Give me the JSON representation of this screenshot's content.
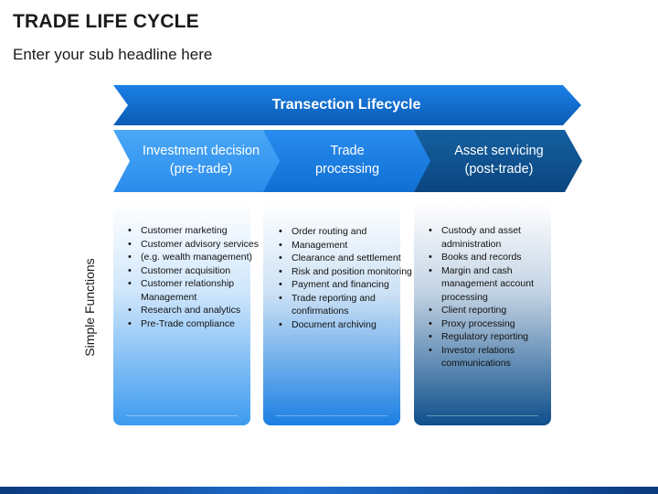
{
  "title": "TRADE LIFE CYCLE",
  "subtitle": "Enter your sub headline here",
  "banner": {
    "label": "Transection Lifecycle",
    "color": "#0c66c9"
  },
  "side_label": "Simple Functions",
  "stages": [
    {
      "line1": "Investment decision",
      "line2": "(pre-trade)",
      "color": "#3a9cf2",
      "items": [
        "Customer marketing",
        "Customer advisory services",
        "(e.g. wealth management)",
        "Customer acquisition",
        " Customer relationship Management",
        " Research and analytics",
        "Pre-Trade compliance"
      ]
    },
    {
      "line1": "Trade",
      "line2": "processing",
      "color": "#1a7de3",
      "items": [
        " Order routing and",
        "Management",
        "Clearance and settlement",
        " Risk and position monitoring",
        "Payment and financing",
        "Trade reporting and confirmations",
        "Document archiving"
      ]
    },
    {
      "line1": "Asset servicing",
      "line2": "(post-trade)",
      "color": "#0b4f8f",
      "items": [
        "Custody and asset administration",
        "Books and records",
        "Margin and cash management account processing",
        " Client reporting",
        "Proxy processing",
        "Regulatory reporting",
        "Investor relations communications"
      ]
    }
  ]
}
